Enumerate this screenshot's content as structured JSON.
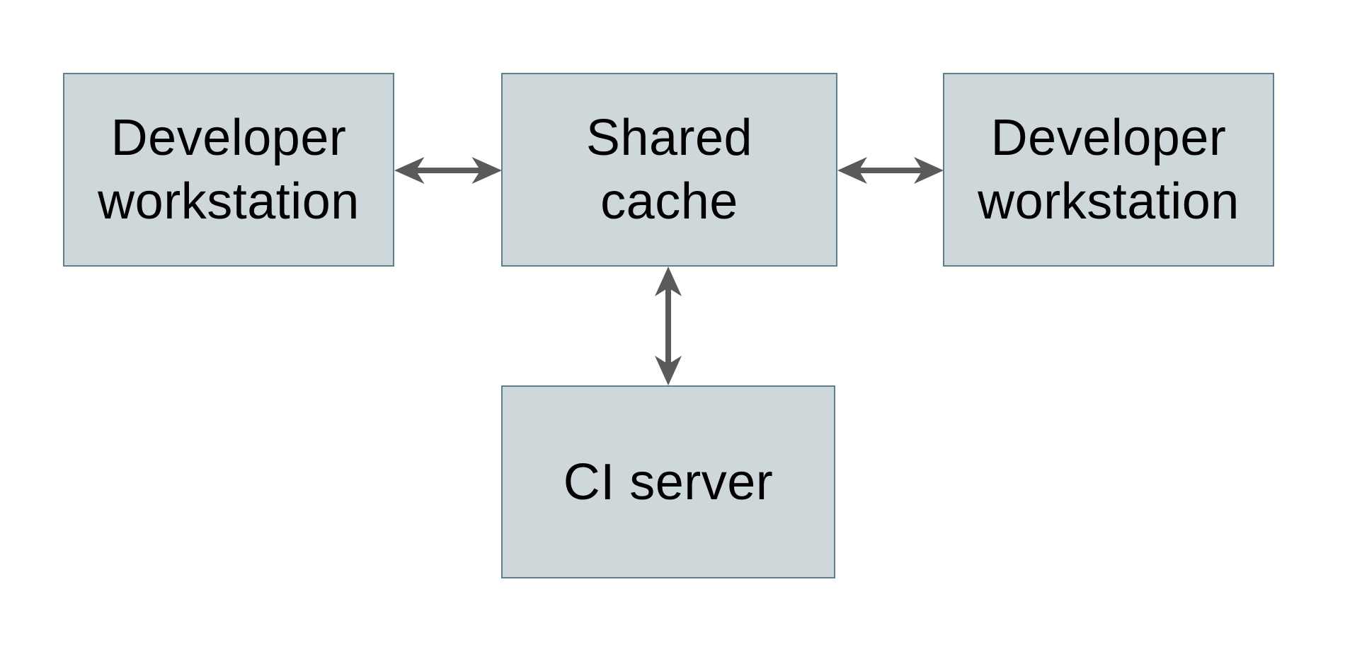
{
  "diagram": {
    "title": "",
    "nodes": [
      {
        "id": "developer-workstation-left",
        "lines": [
          "Developer",
          "workstation"
        ]
      },
      {
        "id": "shared-cache",
        "lines": [
          "Shared",
          "cache"
        ]
      },
      {
        "id": "developer-workstation-right",
        "lines": [
          "Developer",
          "workstation"
        ]
      },
      {
        "id": "ci-server",
        "lines": [
          "CI server"
        ]
      }
    ],
    "edges": [
      {
        "from": "developer-workstation-left",
        "to": "shared-cache",
        "type": "bidirectional",
        "orientation": "horizontal"
      },
      {
        "from": "shared-cache",
        "to": "developer-workstation-right",
        "type": "bidirectional",
        "orientation": "horizontal"
      },
      {
        "from": "shared-cache",
        "to": "ci-server",
        "type": "bidirectional",
        "orientation": "vertical"
      }
    ]
  },
  "theme": {
    "background": "#ffffff",
    "node_fill": "#ced8da",
    "node_border": "#5f7e8d",
    "text_color": "#000000",
    "arrow_color": "#595a5a"
  }
}
